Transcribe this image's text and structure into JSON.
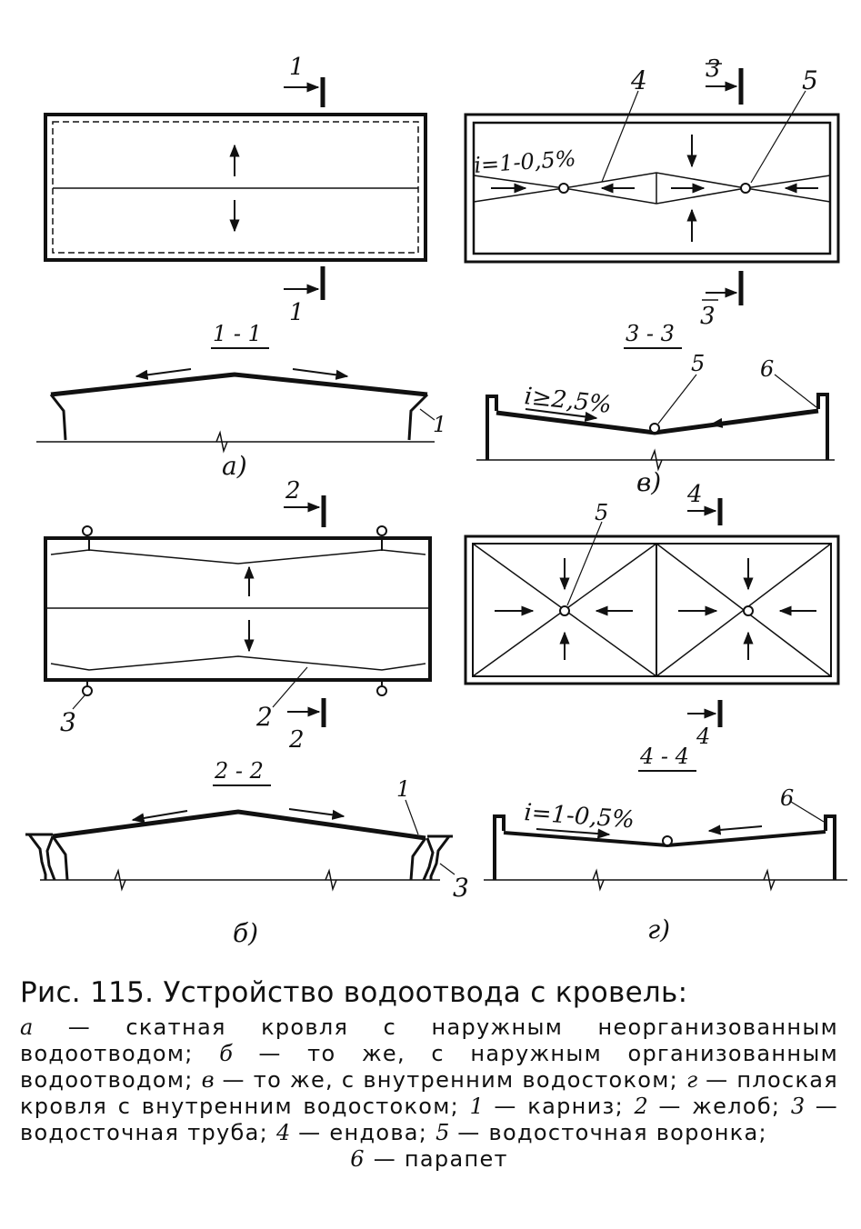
{
  "figure": {
    "section_labels": [
      "1",
      "1",
      "2",
      "2",
      "3",
      "3",
      "4",
      "4"
    ],
    "section_titles": {
      "a": "1 - 1",
      "b": "2 - 2",
      "v": "3 - 3",
      "g": "4 - 4"
    },
    "sub_labels": {
      "a": "а)",
      "b": "б)",
      "v": "в)",
      "g": "г)"
    },
    "slopes": {
      "v_plan": "i=1-0,5%",
      "v_section": "i≥2,5%",
      "g_section": "i=1-0,5%"
    },
    "callouts": {
      "a1": "1",
      "b1": "1",
      "b2": "2",
      "b3": "3",
      "b3b": "3",
      "v4": "4",
      "v5": "5",
      "v5b": "5",
      "v6": "6",
      "g5": "5",
      "g6": "6"
    }
  },
  "caption": {
    "title": "Рис. 115. Устройство водоотвода с кровель:",
    "items": [
      {
        "key": "а",
        "text": " — скатная кровля с наружным неорганизованным водоотводом; "
      },
      {
        "key": "б",
        "text": " — то же, с наружным организованным водоотводом; "
      },
      {
        "key": "в",
        "text": " — то же, с внутренним водостоком; "
      },
      {
        "key": "г",
        "text": " — плоская кровля с внутренним водостоком; "
      },
      {
        "key": "1",
        "text": " — карниз; "
      },
      {
        "key": "2",
        "text": " — желоб; "
      },
      {
        "key": "3",
        "text": " — водосточная труба; "
      },
      {
        "key": "4",
        "text": " — ендова; "
      },
      {
        "key": "5",
        "text": " — водосточная воронка;"
      }
    ],
    "last": {
      "key": "6",
      "text": " — парапет"
    }
  }
}
